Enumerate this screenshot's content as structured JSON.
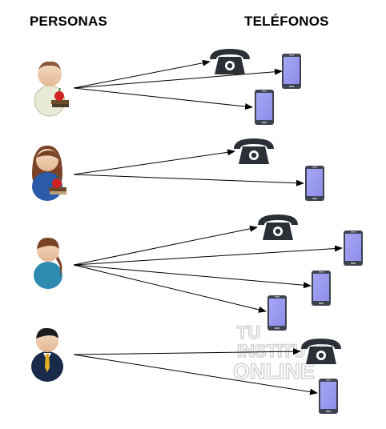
{
  "headers": {
    "people": "PERSONAS",
    "phones": "TELÉFONOS"
  },
  "watermark": [
    "TU",
    "INSTITUTO",
    "ONLINE"
  ],
  "colors": {
    "screen": "#9a9af2",
    "phone_body": "#3e4350",
    "desk_phone": "#2b2f36",
    "arrow": "#000000"
  },
  "people": [
    {
      "id": "persona-1",
      "icon": "person-bald-apple-books-icon",
      "links": [
        "telefono-fijo-1",
        "movil-1",
        "movil-2"
      ]
    },
    {
      "id": "persona-2",
      "icon": "person-woman-apple-books-icon",
      "links": [
        "telefono-fijo-2",
        "movil-3"
      ]
    },
    {
      "id": "persona-3",
      "icon": "person-woman-ponytail-icon",
      "links": [
        "telefono-fijo-3",
        "movil-4",
        "movil-5",
        "movil-6"
      ]
    },
    {
      "id": "persona-4",
      "icon": "person-businessman-icon",
      "links": [
        "telefono-fijo-4",
        "movil-7"
      ]
    }
  ],
  "phones": [
    {
      "id": "telefono-fijo-1",
      "kind": "landline",
      "icon": "desk-phone-icon"
    },
    {
      "id": "movil-1",
      "kind": "mobile",
      "icon": "mobile-phone-icon"
    },
    {
      "id": "movil-2",
      "kind": "mobile",
      "icon": "mobile-phone-icon"
    },
    {
      "id": "telefono-fijo-2",
      "kind": "landline",
      "icon": "desk-phone-icon"
    },
    {
      "id": "movil-3",
      "kind": "mobile",
      "icon": "mobile-phone-icon"
    },
    {
      "id": "telefono-fijo-3",
      "kind": "landline",
      "icon": "desk-phone-icon"
    },
    {
      "id": "movil-4",
      "kind": "mobile",
      "icon": "mobile-phone-icon"
    },
    {
      "id": "movil-5",
      "kind": "mobile",
      "icon": "mobile-phone-icon"
    },
    {
      "id": "movil-6",
      "kind": "mobile",
      "icon": "mobile-phone-icon"
    },
    {
      "id": "telefono-fijo-4",
      "kind": "landline",
      "icon": "desk-phone-icon"
    },
    {
      "id": "movil-7",
      "kind": "mobile",
      "icon": "mobile-phone-icon"
    }
  ]
}
